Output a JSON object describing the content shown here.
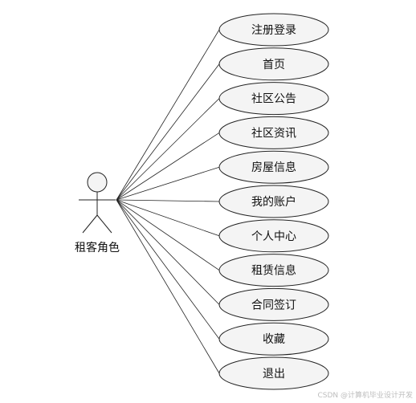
{
  "actor": {
    "name": "租客角色"
  },
  "use_cases": [
    {
      "label": "注册登录"
    },
    {
      "label": "首页"
    },
    {
      "label": "社区公告"
    },
    {
      "label": "社区资讯"
    },
    {
      "label": "房屋信息"
    },
    {
      "label": "我的账户"
    },
    {
      "label": "个人中心"
    },
    {
      "label": "租赁信息"
    },
    {
      "label": "合同签订"
    },
    {
      "label": "收藏"
    },
    {
      "label": "退出"
    }
  ],
  "watermark": "CSDN @计算机毕业设计开发"
}
